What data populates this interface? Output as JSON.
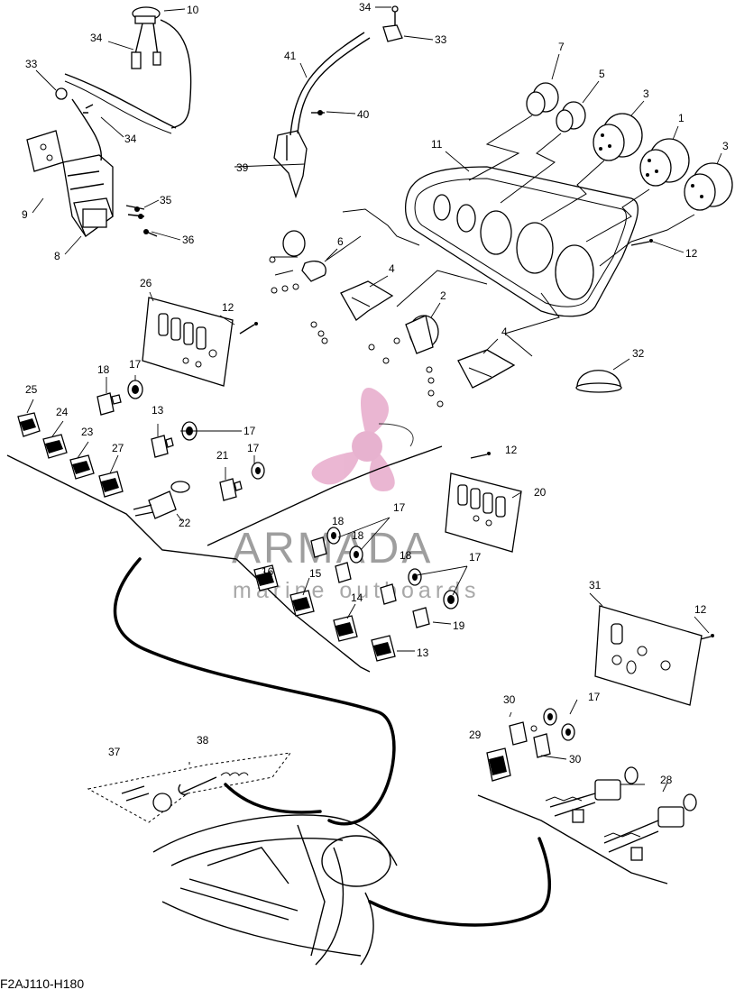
{
  "diagram_code": "F2AJ110-H180",
  "watermark": {
    "brand": "ARMADA",
    "tagline": "marine outboards"
  },
  "callouts": [
    "10",
    "34",
    "33",
    "33",
    "34",
    "41",
    "40",
    "34",
    "39",
    "9",
    "35",
    "8",
    "36",
    "7",
    "5",
    "3",
    "1",
    "3",
    "11",
    "12",
    "6",
    "4",
    "26",
    "12",
    "2",
    "4",
    "32",
    "18",
    "17",
    "25",
    "24",
    "23",
    "27",
    "13",
    "17",
    "21",
    "17",
    "22",
    "12",
    "20",
    "18",
    "17",
    "16",
    "18",
    "18",
    "15",
    "17",
    "14",
    "19",
    "13",
    "31",
    "12",
    "30",
    "17",
    "29",
    "30",
    "38",
    "37",
    "28"
  ]
}
